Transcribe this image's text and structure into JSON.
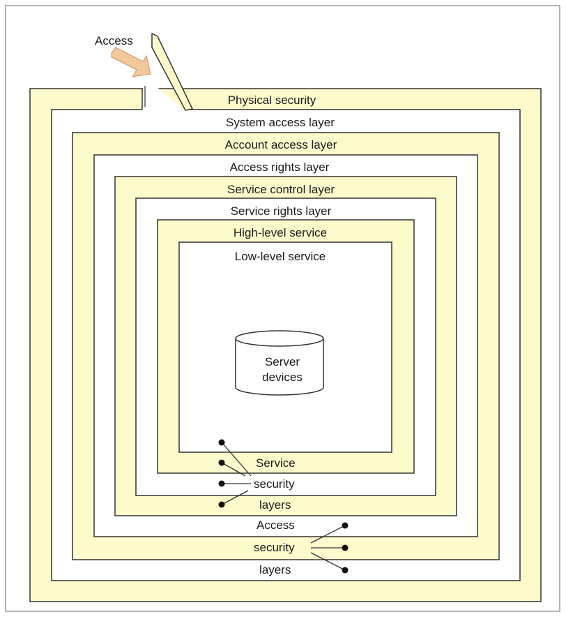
{
  "diagram": {
    "access_label": "Access",
    "layers": [
      "Physical security",
      "System access layer",
      "Account access layer",
      "Access rights layer",
      "Service control layer",
      "Service rights layer",
      "High-level service",
      "Low-level service"
    ],
    "core": {
      "line1": "Server",
      "line2": "devices"
    },
    "service_group": {
      "line1": "Service",
      "line2": "security",
      "line3": "layers"
    },
    "access_group": {
      "line1": "Access",
      "line2": "security",
      "line3": "layers"
    },
    "colors": {
      "band_fill": "#fdfbcc",
      "white": "#ffffff",
      "stroke": "#333333",
      "arrow_fill": "#f2c89a",
      "arrow_stroke": "#c89462",
      "page_border": "#9a9a9a"
    }
  }
}
